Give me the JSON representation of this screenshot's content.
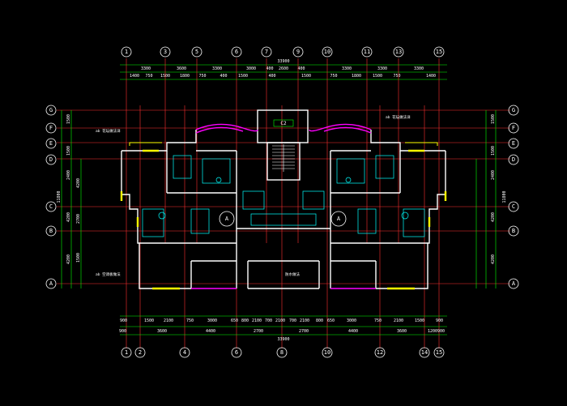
{
  "plan": {
    "background": "#000000",
    "colors": {
      "axis_line": "#ff3030",
      "wall": "#ffffff",
      "dimension": "#00ff00",
      "bubble": "#ffffff",
      "window": "#ffff00",
      "bay_window": "#ff00ff",
      "partition": "#00ffff"
    },
    "top_axes": [
      "1",
      "3",
      "5",
      "6",
      "7",
      "9",
      "10",
      "11",
      "13",
      "15"
    ],
    "bottom_axes": [
      "1",
      "2",
      "4",
      "6",
      "8",
      "10",
      "12",
      "14",
      "15"
    ],
    "left_axes": [
      "G",
      "F",
      "E",
      "D",
      "C",
      "B",
      "A"
    ],
    "right_axes": [
      "G",
      "F",
      "E",
      "D",
      "C",
      "B",
      "A"
    ],
    "top_total": "33900",
    "top_dims_row1": [
      "3300",
      "3600",
      "3300",
      "3000",
      "400",
      "2600",
      "400",
      "3300",
      "3300",
      "3300"
    ],
    "top_dims_row2": [
      "1400",
      "750",
      "1500",
      "1800",
      "750",
      "400",
      "1500",
      "400",
      "1500",
      "750",
      "1800",
      "1500",
      "750",
      "1400"
    ],
    "bottom_dims_row1": [
      "900",
      "1500",
      "2100",
      "750",
      "3000",
      "650",
      "800",
      "2100",
      "700",
      "2100",
      "700",
      "2100",
      "800",
      "650",
      "3000",
      "750",
      "2100",
      "1500",
      "900"
    ],
    "bottom_dims_row2": [
      "900",
      "3600",
      "4400",
      "2700",
      "2700",
      "4400",
      "3600",
      "1200",
      "900"
    ],
    "bottom_total": "33900",
    "left_dims_outer": [
      "1500",
      "1500",
      "2400",
      "4200",
      "4200"
    ],
    "left_dims_inner": [
      "4200",
      "2700",
      "1500"
    ],
    "left_total": "11800",
    "right_dims_outer": [
      "1500",
      "1500",
      "2400",
      "4200",
      "4200"
    ],
    "right_total": "11800",
    "room_marks": [
      "A",
      "A"
    ],
    "stair_label": "C2",
    "notes": [
      "ab 花坛做法详",
      "ab 空调板做法",
      "防水做法",
      "ab 花坛做法详"
    ]
  }
}
